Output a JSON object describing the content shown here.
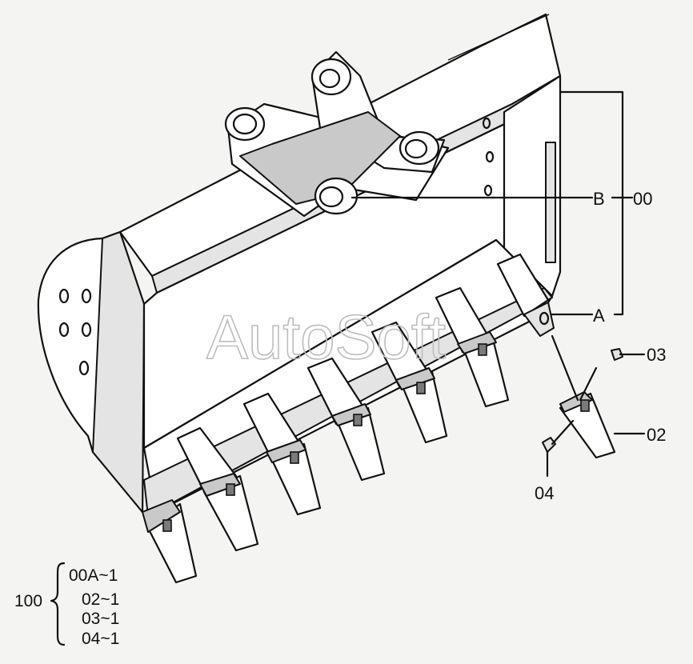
{
  "diagram": {
    "callouts": {
      "b_label": "B",
      "b_part": "00",
      "a_label": "A",
      "p03": "03",
      "p02": "02",
      "p04": "04"
    },
    "watermark": "AutoSoft",
    "kit": {
      "number": "100",
      "items": [
        "00A~1",
        "02~1",
        "03~1",
        "04~1"
      ]
    }
  }
}
